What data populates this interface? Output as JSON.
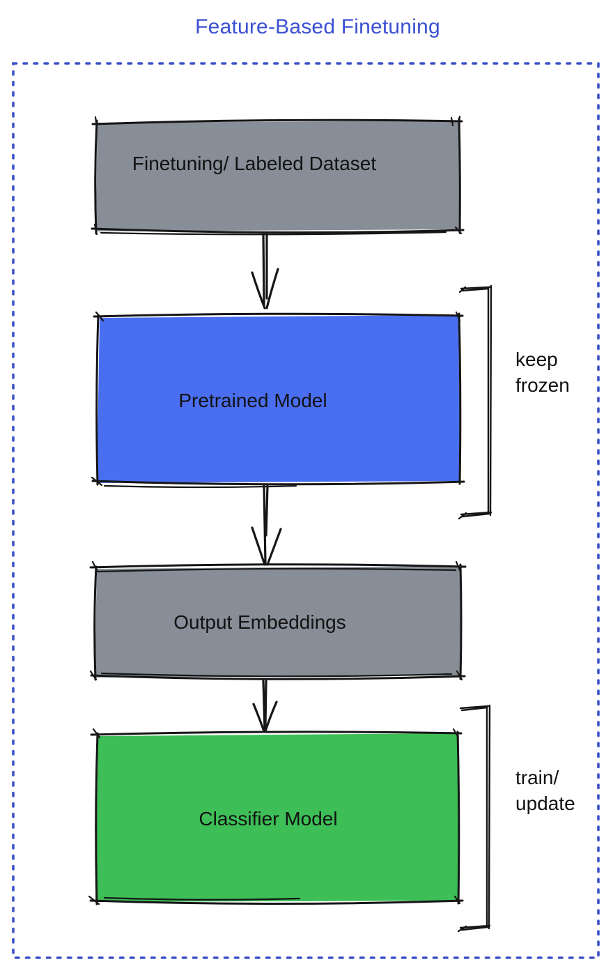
{
  "title": "Feature-Based Finetuning",
  "colors": {
    "title_blue": "#3B50D2",
    "frame_blue": "#3C52C9",
    "box_gray": "#878E97",
    "box_blue": "#4A6EF0",
    "box_green": "#3DBE57",
    "ink_black": "#161616"
  },
  "nodes": [
    {
      "id": "finetuning-dataset",
      "label": "Finetuning/ Labeled Dataset",
      "fill": "#878E97"
    },
    {
      "id": "pretrained-model",
      "label": "Pretrained Model",
      "fill": "#4A6EF0"
    },
    {
      "id": "output-embeddings",
      "label": "Output Embeddings",
      "fill": "#878E97"
    },
    {
      "id": "classifier-model",
      "label": "Classifier Model",
      "fill": "#3DBE57"
    }
  ],
  "edges": [
    {
      "from": "finetuning-dataset",
      "to": "pretrained-model"
    },
    {
      "from": "pretrained-model",
      "to": "output-embeddings"
    },
    {
      "from": "output-embeddings",
      "to": "classifier-model"
    }
  ],
  "annotations": [
    {
      "target": "pretrained-model",
      "lines": [
        "keep",
        "frozen"
      ]
    },
    {
      "target": "classifier-model",
      "lines": [
        "train/",
        "update"
      ]
    }
  ]
}
